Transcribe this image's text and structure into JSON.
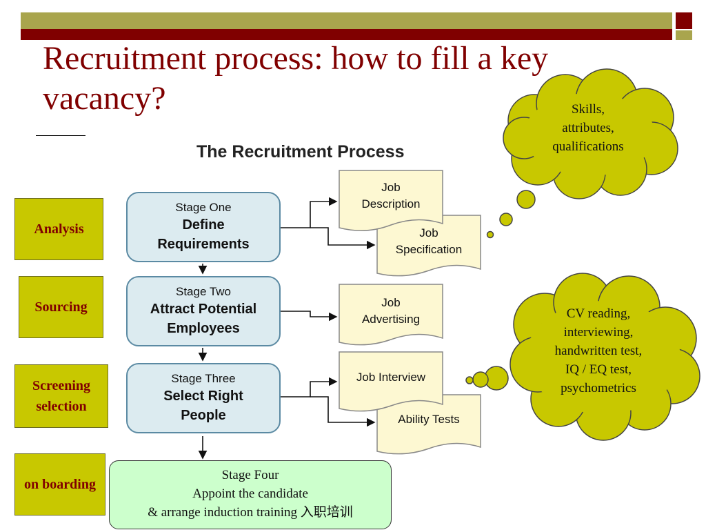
{
  "title": "Recruitment process: how to fill a key vacancy?",
  "diagram_title": "The Recruitment Process",
  "stages": [
    {
      "number": "Stage One",
      "name_line1": "Define",
      "name_line2": "Requirements"
    },
    {
      "number": "Stage Two",
      "name_line1": "Attract Potential",
      "name_line2": "Employees"
    },
    {
      "number": "Stage Three",
      "name_line1": "Select Right",
      "name_line2": "People"
    }
  ],
  "documents": {
    "job_description": [
      "Job",
      "Description"
    ],
    "job_specification": [
      "Job",
      "Specification"
    ],
    "job_advertising": [
      "Job",
      "Advertising"
    ],
    "job_interview": "Job Interview",
    "ability_tests": "Ability Tests"
  },
  "side_labels": {
    "analysis": "Analysis",
    "sourcing": "Sourcing",
    "screening": [
      "Screening",
      "selection"
    ],
    "onboarding": "on boarding"
  },
  "clouds": {
    "skills": [
      "Skills,",
      "attributes,",
      "qualifications"
    ],
    "screening_methods": [
      "CV reading,",
      "interviewing,",
      "handwritten test,",
      "IQ / EQ test,",
      "psychometrics"
    ]
  },
  "stage_four": {
    "line1": "Stage Four",
    "line2": "Appoint the candidate",
    "line3": "& arrange induction training 入职培训"
  },
  "colors": {
    "title": "#800000",
    "olive_bar": "#a9a54d",
    "maroon_bar": "#800000",
    "side_box": "#c8c800",
    "cloud": "#c8c800",
    "stage_box": "#dcebf0",
    "document": "#fdf8d2",
    "stage_four": "#ccffcc"
  }
}
